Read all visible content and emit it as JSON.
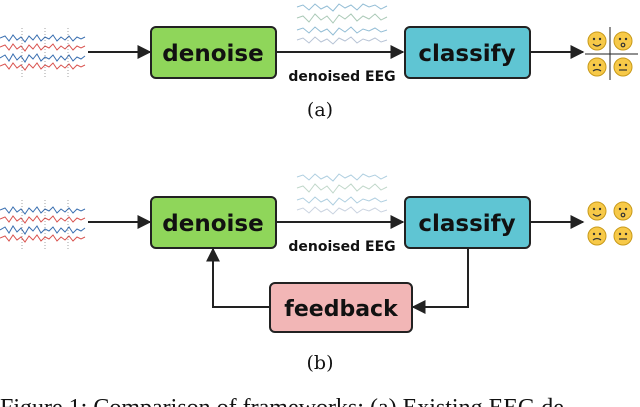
{
  "panels": [
    {
      "id": "a",
      "label": "(a)",
      "nodes": {
        "denoise": "denoise",
        "classify": "classify"
      },
      "edge_label": "denoised EEG"
    },
    {
      "id": "b",
      "label": "(b)",
      "nodes": {
        "denoise": "denoise",
        "classify": "classify",
        "feedback": "feedback"
      },
      "edge_label": "denoised EEG"
    }
  ],
  "caption": "Figure 1: Comparison of frameworks: (a) Existing EEG de",
  "colors": {
    "denoise": "#8fd65a",
    "classify": "#5fc5d3",
    "feedback": "#f2b6b6",
    "stroke": "#222222"
  },
  "icons": [
    "raw-eeg-signal",
    "denoised-eeg-signal",
    "emotion-faces"
  ]
}
